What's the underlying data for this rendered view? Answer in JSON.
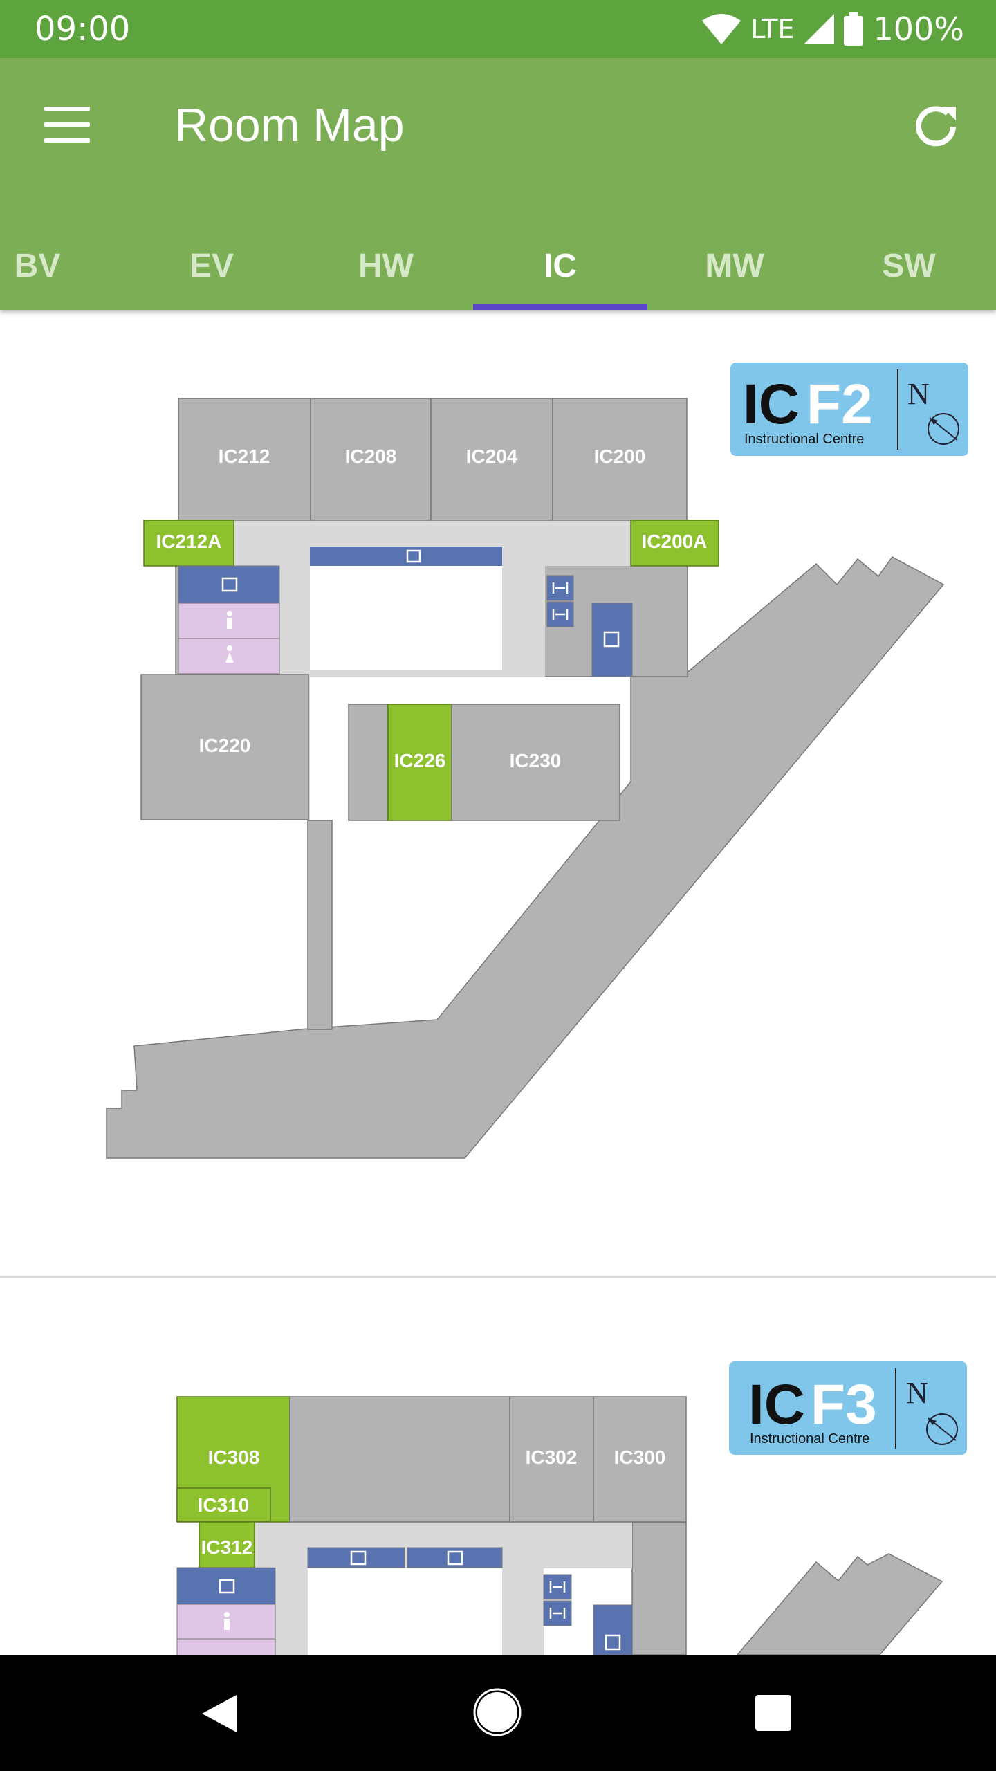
{
  "status_bar": {
    "time": "09:00",
    "network": "LTE",
    "battery": "100%"
  },
  "app_bar": {
    "title": "Room Map"
  },
  "tabs": [
    {
      "label": "BV"
    },
    {
      "label": "EV"
    },
    {
      "label": "HW"
    },
    {
      "label": "IC",
      "selected": true
    },
    {
      "label": "MW"
    },
    {
      "label": "SW"
    }
  ],
  "maps": {
    "floor2": {
      "badge": {
        "prefix": "IC",
        "floor": "F2",
        "subtitle": "Instructional Centre",
        "north": "N"
      },
      "rooms": {
        "ic212": "IC212",
        "ic208": "IC208",
        "ic204": "IC204",
        "ic200": "IC200",
        "ic212a": "IC212A",
        "ic200a": "IC200A",
        "ic220": "IC220",
        "ic226": "IC226",
        "ic230": "IC230"
      }
    },
    "floor3": {
      "badge": {
        "prefix": "IC",
        "floor": "F3",
        "subtitle": "Instructional Centre",
        "north": "N"
      },
      "rooms": {
        "ic308": "IC308",
        "ic310": "IC310",
        "ic312": "IC312",
        "ic302": "IC302",
        "ic300": "IC300"
      }
    }
  },
  "colors": {
    "room": "#b3b3b3",
    "corridor": "#d9d9d9",
    "highlight": "#8dc22e",
    "stair": "#5973b0",
    "washroom": "#e0c6e6",
    "badge": "#7fc6ea",
    "app_bar": "#7bae55",
    "status_bar": "#5da43e",
    "tab_indicator": "#5b46c9"
  }
}
